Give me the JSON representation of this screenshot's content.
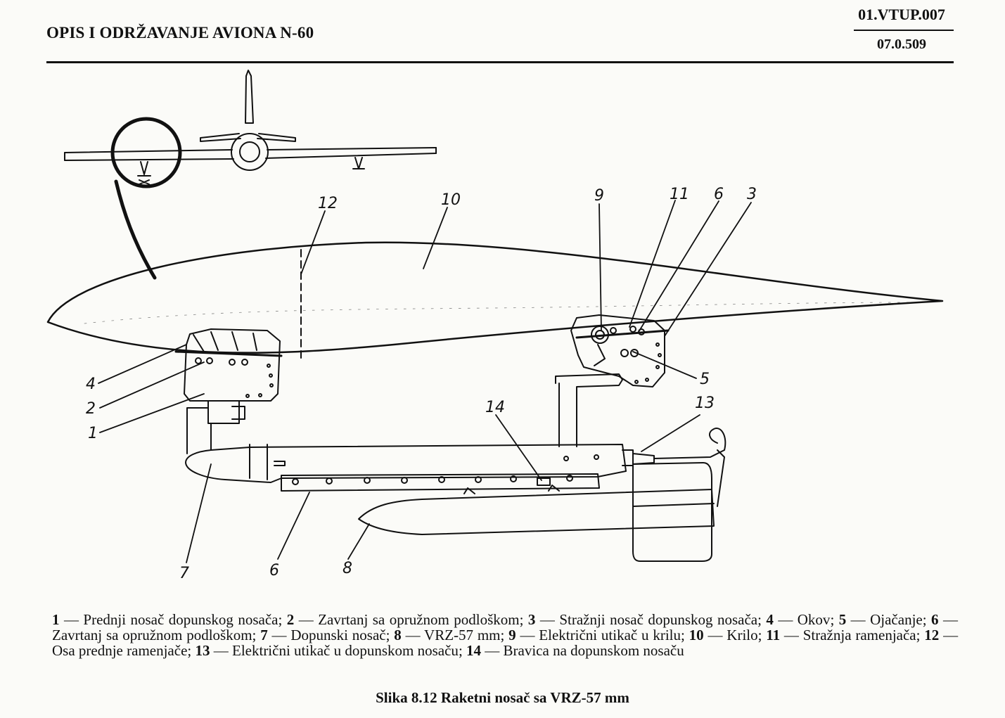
{
  "header": {
    "title": "OPIS I ODRŽAVANJE AVIONA N-60",
    "code": "01.VTUP.007",
    "subcode": "07.0.509"
  },
  "figure": {
    "callouts": [
      "12",
      "10",
      "9",
      "11",
      "6",
      "3",
      "4",
      "2",
      "1",
      "5",
      "14",
      "13",
      "7",
      "6",
      "8"
    ]
  },
  "legend": [
    {
      "num": "1",
      "text": "Prednji nosač dopunskog nosača"
    },
    {
      "num": "2",
      "text": "Zavrtanj sa opružnom podloškom"
    },
    {
      "num": "3",
      "text": "Stražnji nosač dopunskog nosača"
    },
    {
      "num": "4",
      "text": "Okov"
    },
    {
      "num": "5",
      "text": "Ojačanje"
    },
    {
      "num": "6",
      "text": "Zavrtanj sa opružnom podloškom"
    },
    {
      "num": "7",
      "text": "Dopunski nosač"
    },
    {
      "num": "8",
      "text": "VRZ-57 mm"
    },
    {
      "num": "9",
      "text": "Električni utikač u krilu"
    },
    {
      "num": "10",
      "text": "Krilo"
    },
    {
      "num": "11",
      "text": "Stražnja ramenjača"
    },
    {
      "num": "12",
      "text": "Osa prednje ramenjače"
    },
    {
      "num": "13",
      "text": "Električni utikač u dopunskom nosaču"
    },
    {
      "num": "14",
      "text": "Bravica na dopunskom nosaču"
    }
  ],
  "caption": "Slika 8.12 Raketni nosač sa VRZ-57 mm"
}
